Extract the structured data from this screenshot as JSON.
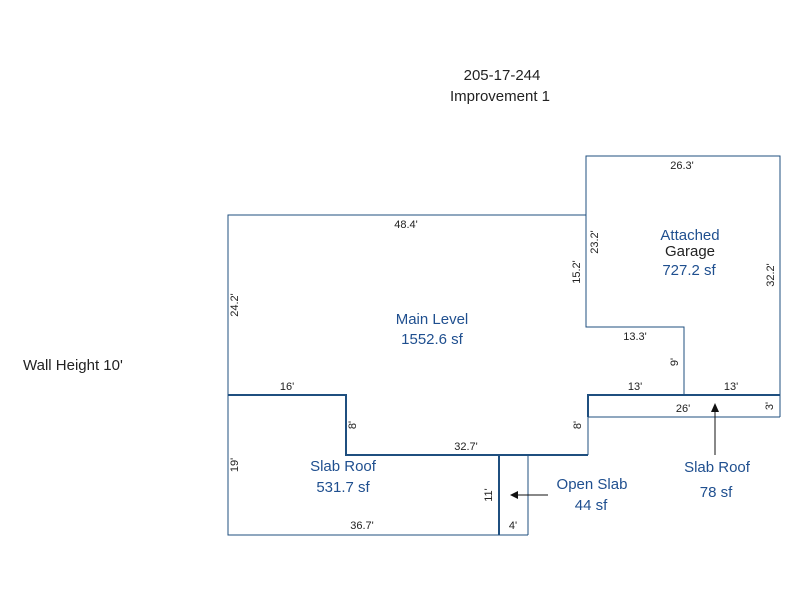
{
  "header": {
    "parcel_id": "205-17-244",
    "improvement": "Improvement 1"
  },
  "wall_height": "Wall Height 10'",
  "colors": {
    "lines": "#1f4f7f",
    "area_text": "#1f4f8f",
    "dim_text": "#222222"
  },
  "areas": {
    "main_level": {
      "name": "Main Level",
      "size": "1552.6 sf"
    },
    "attached_garage": {
      "name_line1": "Attached",
      "name_line2": "Garage",
      "size": "727.2 sf"
    },
    "slab_roof_left": {
      "name": "Slab Roof",
      "size": "531.7 sf"
    },
    "open_slab": {
      "name": "Open Slab",
      "size": "44 sf"
    },
    "slab_roof_right": {
      "name": "Slab Roof",
      "size": "78 sf"
    }
  },
  "dimensions": {
    "main_top": "48.4'",
    "main_left": "24.2'",
    "main_right": "15.2'",
    "garage_top": "26.3'",
    "garage_left": "23.2'",
    "garage_right": "32.2'",
    "garage_step": "13.3'",
    "garage_notch": "9'",
    "porch_left_13": "13'",
    "porch_right_13": "13'",
    "porch_26": "26'",
    "porch_3": "3'",
    "slab_top": "16'",
    "slab_8_left": "8'",
    "slab_8_right": "8'",
    "slab_32_7": "32.7'",
    "slab_19": "19'",
    "slab_bottom": "36.7'",
    "open_11": "11'",
    "open_4": "4'"
  }
}
